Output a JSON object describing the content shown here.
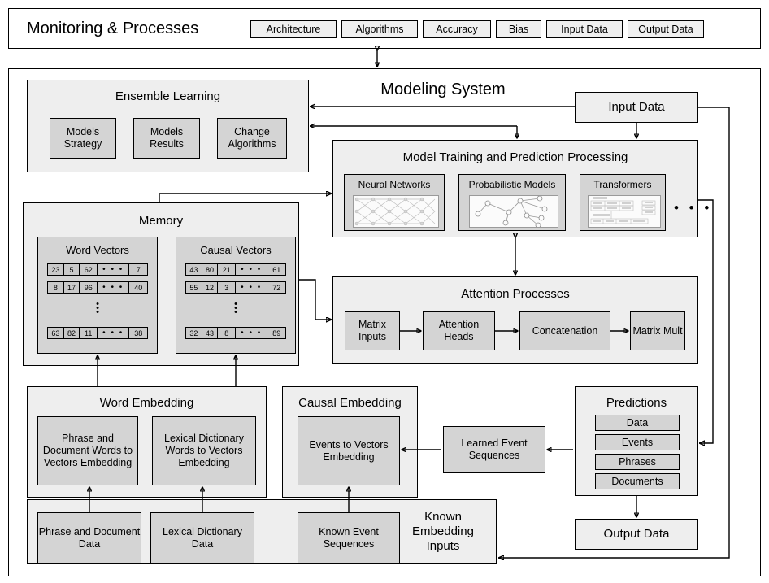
{
  "header": {
    "title": "Monitoring & Processes",
    "tabs": [
      {
        "label": "Architecture"
      },
      {
        "label": "Algorithms"
      },
      {
        "label": "Accuracy"
      },
      {
        "label": "Bias"
      },
      {
        "label": "Input Data"
      },
      {
        "label": "Output Data"
      }
    ]
  },
  "main": {
    "title": "Modeling System",
    "input_data": "Input Data",
    "output_data": "Output Data",
    "ensemble": {
      "title": "Ensemble Learning",
      "nodes": [
        "Models\nStrategy",
        "Models\nResults",
        "Change\nAlgorithms"
      ],
      "node1": "Models Strategy",
      "node2": "Models Results",
      "node3": "Change Algorithms"
    },
    "training": {
      "title": "Model Training and Prediction Processing",
      "node1": "Neural Networks",
      "node2": "Probabilistic Models",
      "node3": "Transformers",
      "ellipsis": "• • •"
    },
    "attention": {
      "title": "Attention Processes",
      "node1": "Matrix Inputs",
      "node2": "Attention Heads",
      "node3": "Concatenation",
      "node4": "Matrix Mult"
    },
    "memory": {
      "title": "Memory",
      "word_vectors": {
        "title": "Word Vectors",
        "rows": [
          [
            "23",
            "5",
            "62",
            "• • •",
            "7"
          ],
          [
            "8",
            "17",
            "96",
            "• • •",
            "40"
          ],
          [
            "63",
            "82",
            "11",
            "• • •",
            "38"
          ]
        ]
      },
      "causal_vectors": {
        "title": "Causal Vectors",
        "rows": [
          [
            "43",
            "80",
            "21",
            "• • •",
            "61"
          ],
          [
            "55",
            "12",
            "3",
            "• • •",
            "72"
          ],
          [
            "32",
            "43",
            "8",
            "• • •",
            "89"
          ]
        ]
      }
    },
    "word_embedding": {
      "title": "Word Embedding",
      "node1": "Phrase and Document Words to Vectors Embedding",
      "node2": "Lexical Dictionary Words to Vectors Embedding"
    },
    "causal_embedding": {
      "title": "Causal Embedding",
      "node1": "Events to Vectors Embedding"
    },
    "learned_event_sequences": "Learned Event Sequences",
    "predictions": {
      "title": "Predictions",
      "items": [
        "Data",
        "Events",
        "Phrases",
        "Documents"
      ]
    },
    "known_inputs": {
      "title": "Known Embedding Inputs",
      "node1": "Phrase and Document Data",
      "node2": "Lexical Dictionary Data",
      "node3": "Known Event Sequences"
    }
  },
  "colors": {
    "group_fill": "#eeeeee",
    "node_fill": "#d4d4d4",
    "vector_fill": "#c9c9c9",
    "stroke": "#000000",
    "page_bg": "#ffffff"
  }
}
